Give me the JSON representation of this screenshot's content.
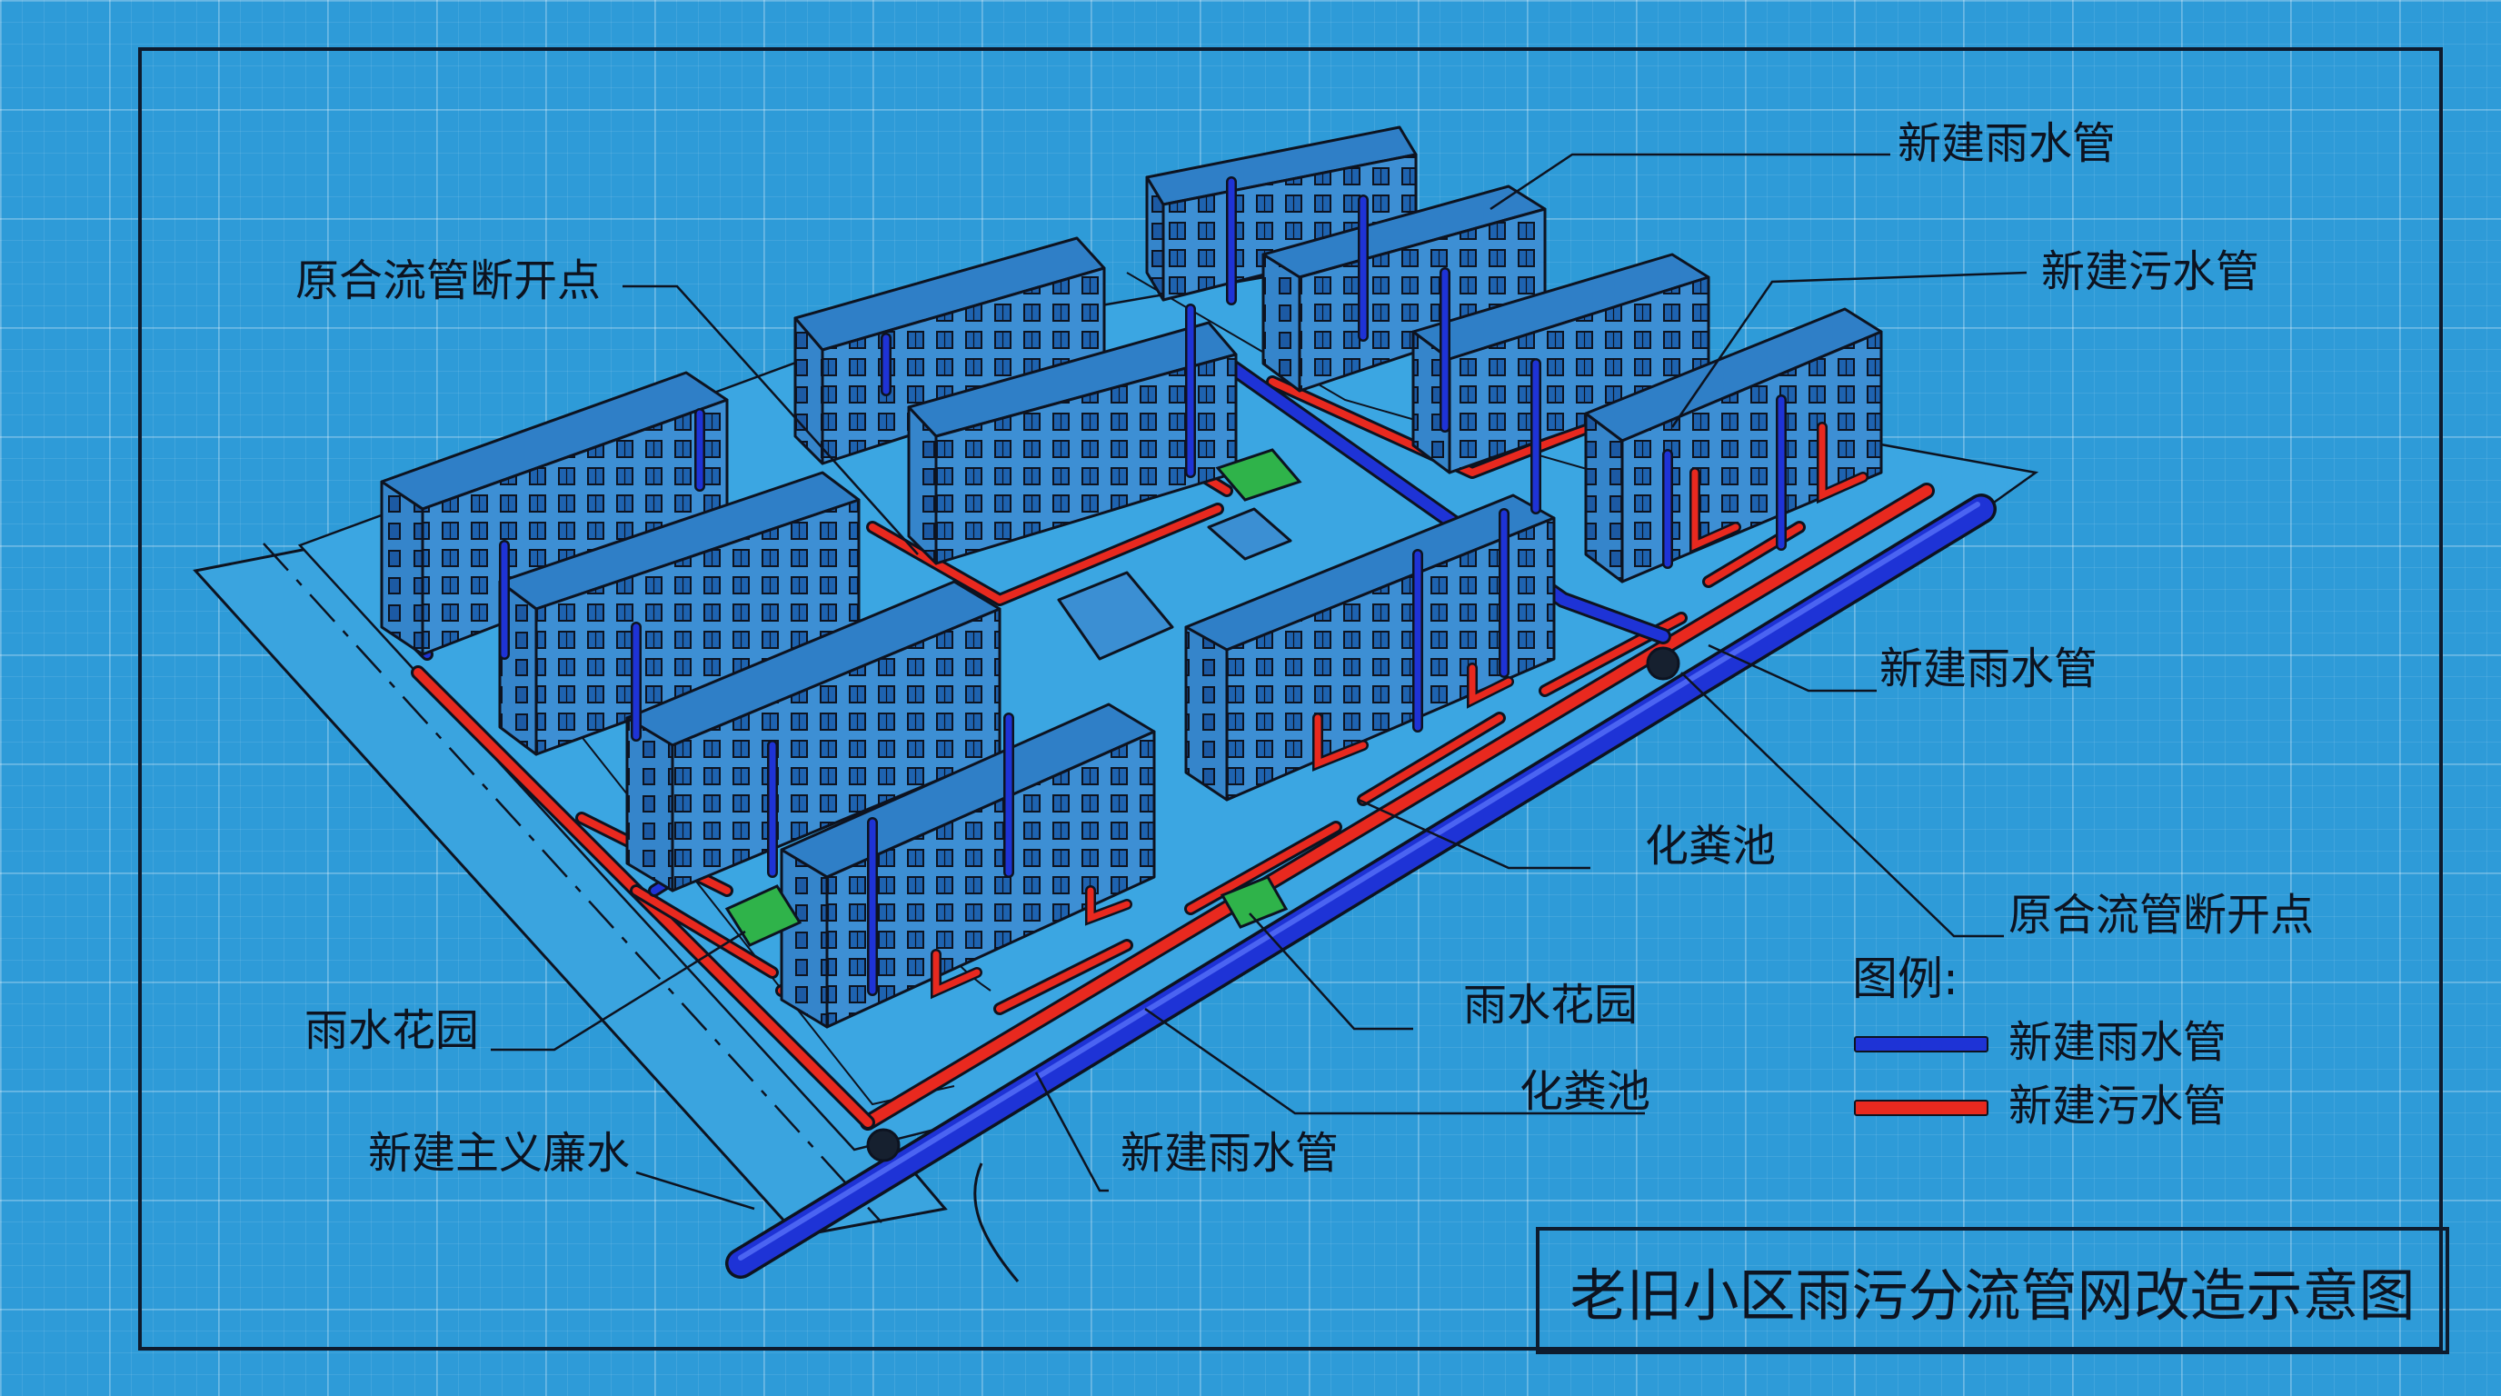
{
  "diagram": {
    "title": "老旧小区雨污分流管网改造示意图",
    "labels": {
      "top_storm": "新建雨水管",
      "top_sewage": "新建污水管",
      "left_breakpoint": "原合流管断开点",
      "right_storm": "新建雨水管",
      "septic_upper": "化粪池",
      "right_breakpoint": "原合流管断开点",
      "garden_left": "雨水花园",
      "garden_right": "雨水花园",
      "septic_lower": "化粪池",
      "main_pipe": "新建主义廉水",
      "bottom_storm": "新建雨水管"
    },
    "legend": {
      "title": "图例:",
      "items": [
        {
          "label": "新建雨水管",
          "color": "#1e33d6"
        },
        {
          "label": "新建污水管",
          "color": "#e8291f"
        }
      ]
    },
    "colors": {
      "background": "#2e9bd8",
      "storm_pipe": "#1e33d6",
      "sewage_pipe": "#e8291f",
      "rain_garden": "#2fb34a",
      "outline": "#0d1320"
    }
  }
}
